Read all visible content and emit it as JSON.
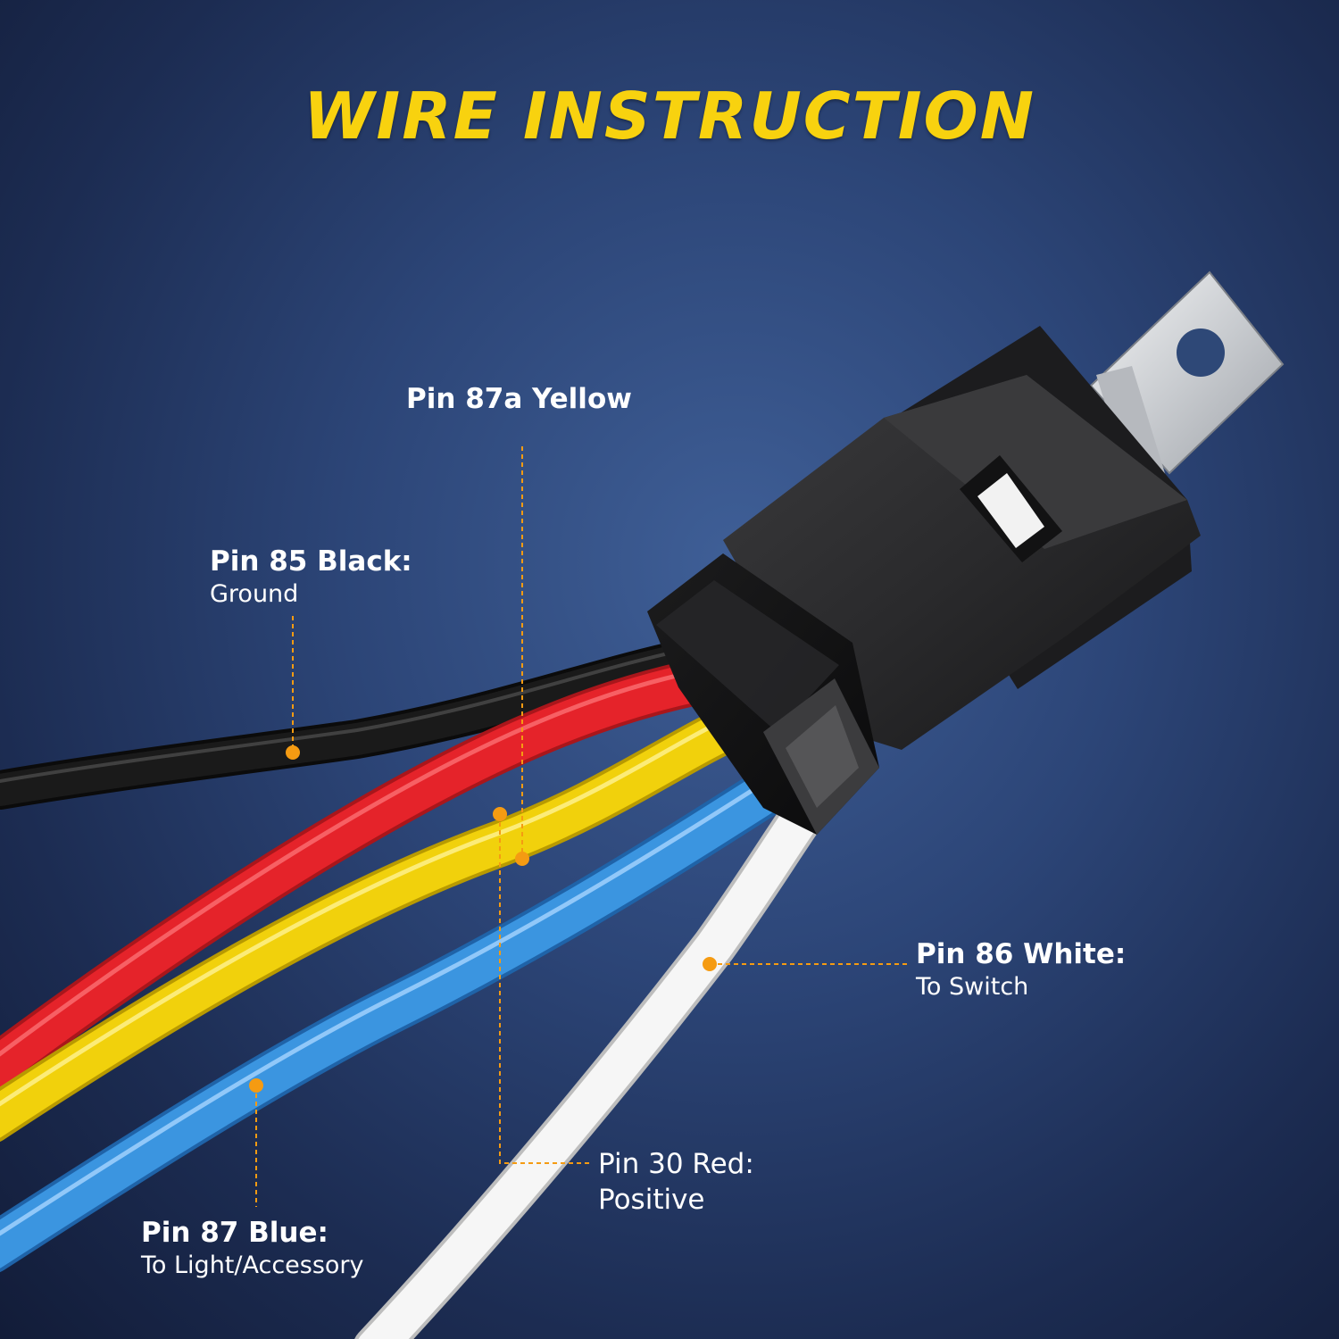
{
  "title": "WIRE INSTRUCTION",
  "colors": {
    "accent": "#f8d20f",
    "marker": "#f59b12",
    "background": "#2c4577",
    "wire_black": "#141414",
    "wire_red": "#e5232a",
    "wire_yellow": "#f1d10c",
    "wire_blue": "#3b95e0",
    "wire_white": "#f6f6f6"
  },
  "labels": {
    "pin87a": {
      "head": "Pin 87a Yellow"
    },
    "pin85": {
      "head": "Pin 85 Black:",
      "sub": "Ground"
    },
    "pin86": {
      "head": "Pin 86 White:",
      "sub": "To Switch"
    },
    "pin30": {
      "head": "Pin 30 Red:",
      "sub": "Positive"
    },
    "pin87": {
      "head": "Pin 87 Blue:",
      "sub": "To Light/Accessory"
    }
  },
  "icons": [
    "relay-icon",
    "mounting-tab-icon"
  ]
}
